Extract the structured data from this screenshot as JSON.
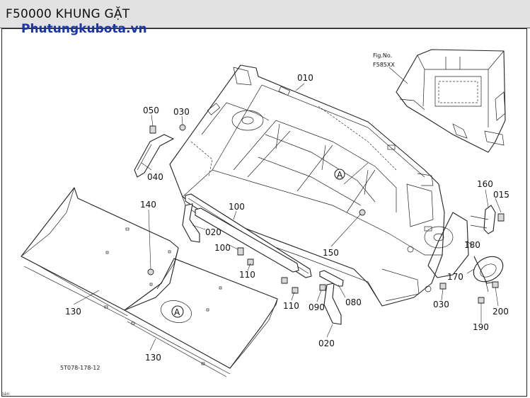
{
  "header": {
    "title": "F50000 KHUNG GẶT",
    "watermark": "Phutungkubota.vn"
  },
  "reference": {
    "fig_label": "Fig.No.",
    "fig_number": "F585XX"
  },
  "callouts": [
    {
      "id": "010",
      "text": "010"
    },
    {
      "id": "015",
      "text": "015"
    },
    {
      "id": "020a",
      "text": "020"
    },
    {
      "id": "020b",
      "text": "020"
    },
    {
      "id": "030a",
      "text": "030"
    },
    {
      "id": "030b",
      "text": "030"
    },
    {
      "id": "040",
      "text": "040"
    },
    {
      "id": "050",
      "text": "050"
    },
    {
      "id": "080",
      "text": "080"
    },
    {
      "id": "090",
      "text": "090"
    },
    {
      "id": "100a",
      "text": "100"
    },
    {
      "id": "100b",
      "text": "100"
    },
    {
      "id": "110a",
      "text": "110"
    },
    {
      "id": "110b",
      "text": "110"
    },
    {
      "id": "130a",
      "text": "130"
    },
    {
      "id": "130b",
      "text": "130"
    },
    {
      "id": "140",
      "text": "140"
    },
    {
      "id": "150",
      "text": "150"
    },
    {
      "id": "160",
      "text": "160"
    },
    {
      "id": "170",
      "text": "170"
    },
    {
      "id": "180",
      "text": "180"
    },
    {
      "id": "190",
      "text": "190"
    },
    {
      "id": "200",
      "text": "200"
    }
  ],
  "markers": {
    "circle_a_top": "A",
    "circle_a_bottom": "A"
  },
  "footer": {
    "drawing_code": "5T078-178-12",
    "corner_note": "bản"
  }
}
